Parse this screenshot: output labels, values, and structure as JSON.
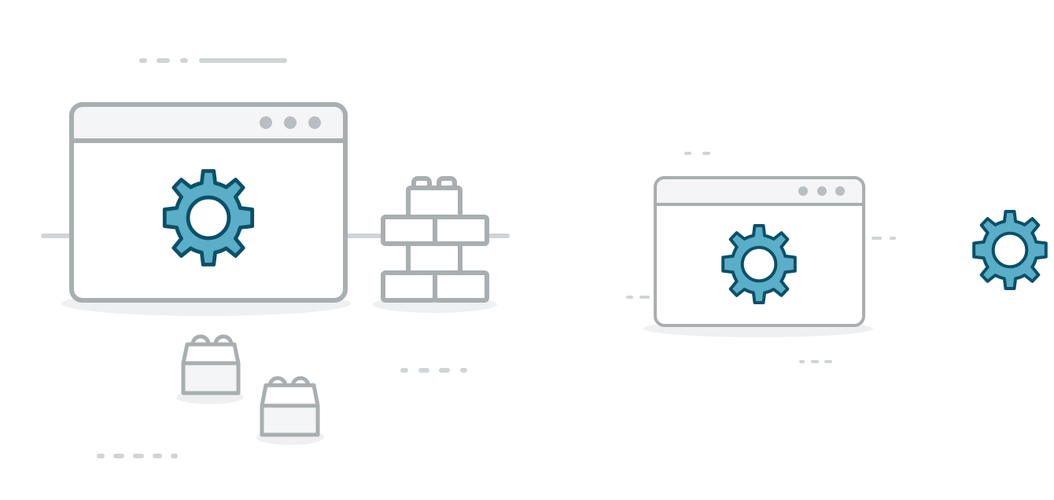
{
  "colors": {
    "outline": "#a9aeb1",
    "window_header": "#f3f5f6",
    "window_body": "#ffffff",
    "header_dots": "#b8bec2",
    "dash_lines": "#d0d4d6",
    "ground_shadow": "#eef0f1",
    "gear_fill": "#5aaec7",
    "gear_stroke": "#0b5068",
    "gear_hole": "#ffffff",
    "lego_fill": "#f3f5f6"
  },
  "illustration": {
    "windows": [
      {
        "icon": "gear-icon",
        "header_dots": 3
      },
      {
        "icon": "gear-icon",
        "header_dots": 3
      }
    ],
    "loose_gears": 1,
    "brick_wall": {
      "bricks": 5
    },
    "lego_blocks": 2
  }
}
